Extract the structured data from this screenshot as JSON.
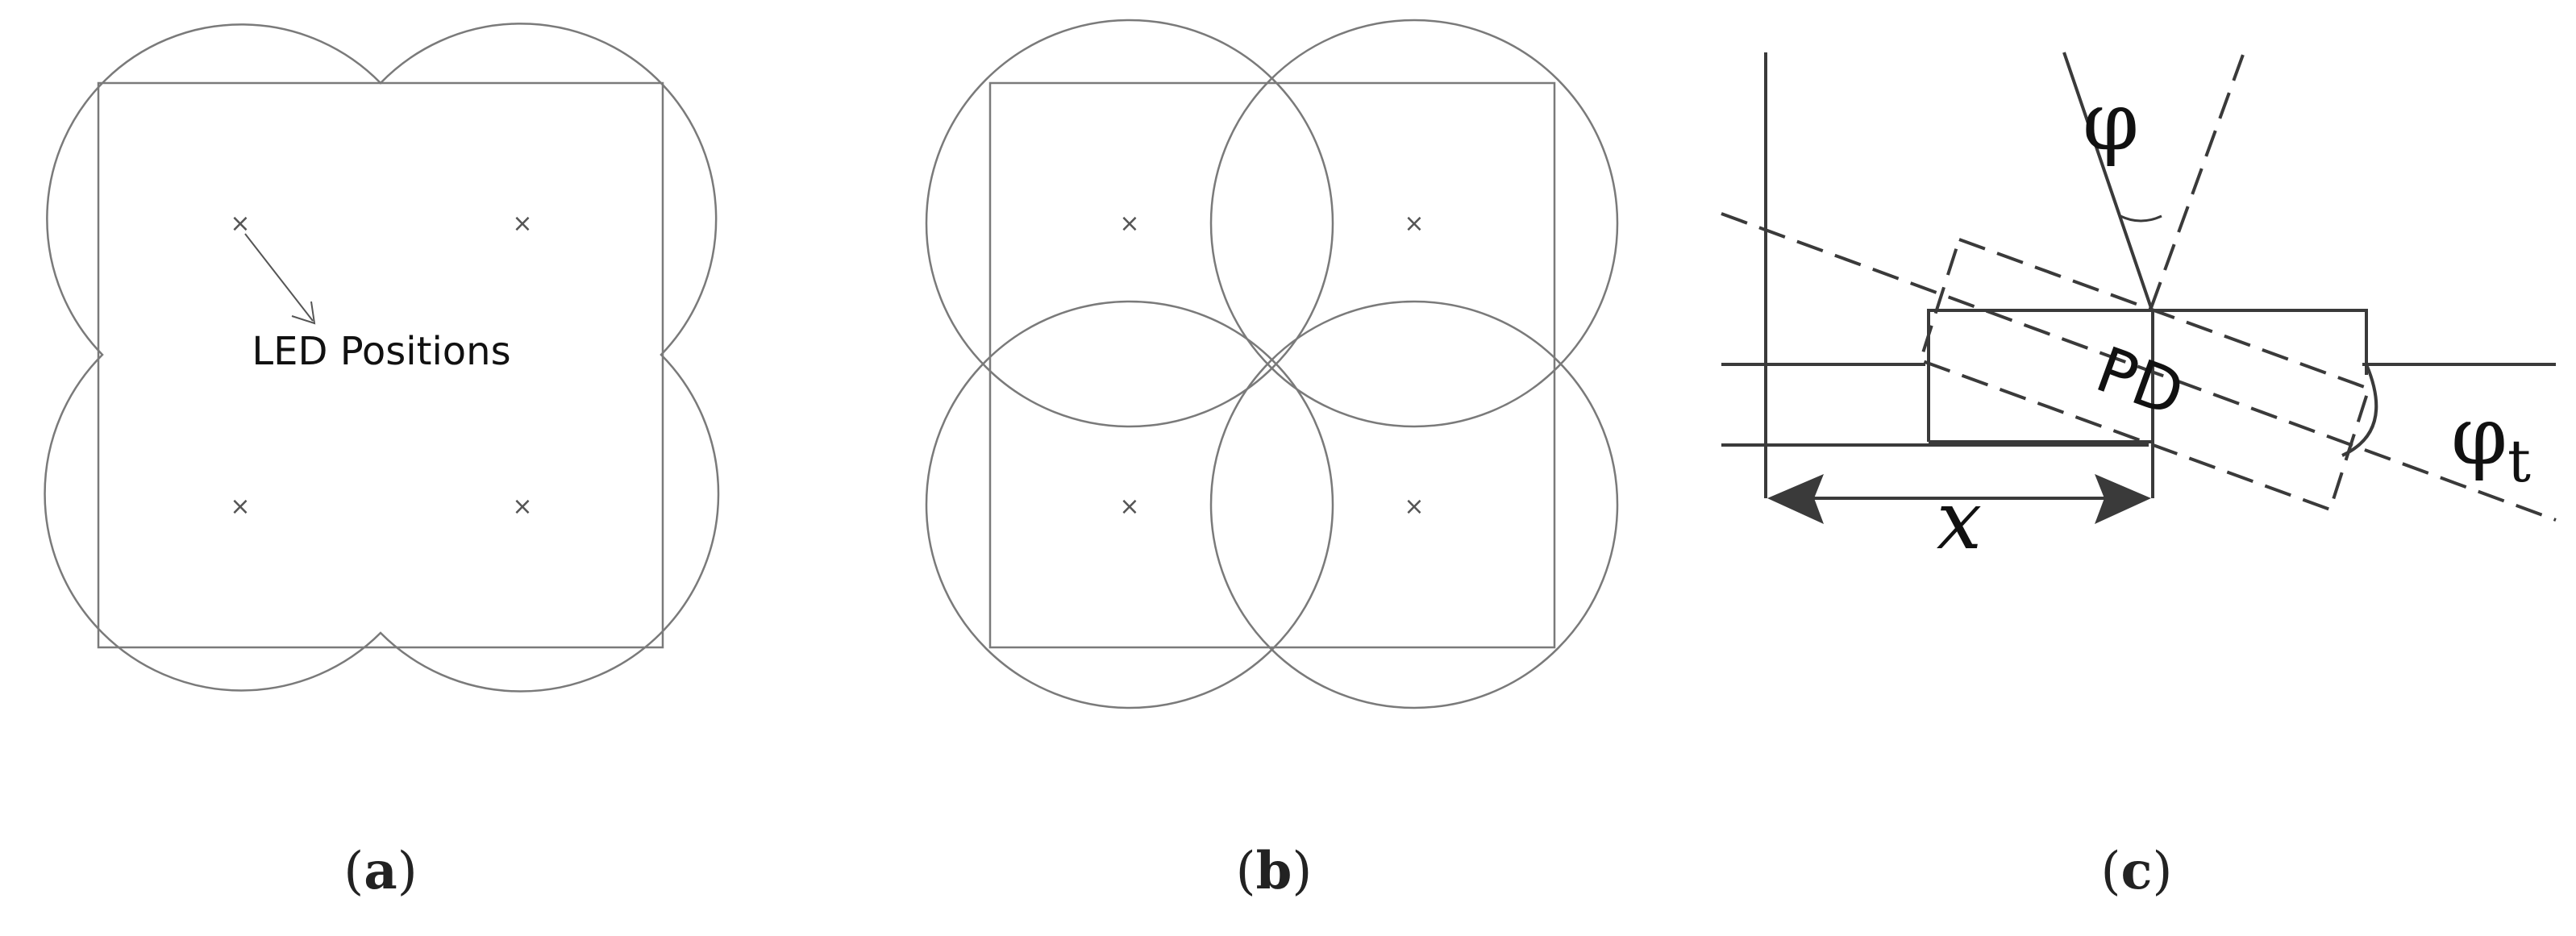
{
  "panels": {
    "a": {
      "caption_open": "(",
      "caption_letter": "a",
      "caption_close": ")",
      "annotation": "LED Positions",
      "led_marker": "×"
    },
    "b": {
      "caption_open": "(",
      "caption_letter": "b",
      "caption_close": ")",
      "led_marker": "×"
    },
    "c": {
      "caption_open": "(",
      "caption_letter": "c",
      "caption_close": ")",
      "phi_label": "φ",
      "phi_t_label": "φ",
      "phi_t_subscript": "t",
      "pd_label": "PD",
      "x_label": "x"
    }
  },
  "colors": {
    "stroke_light": "#7a7a7a",
    "stroke_dark": "#3a3a3a",
    "text": "#111111"
  }
}
